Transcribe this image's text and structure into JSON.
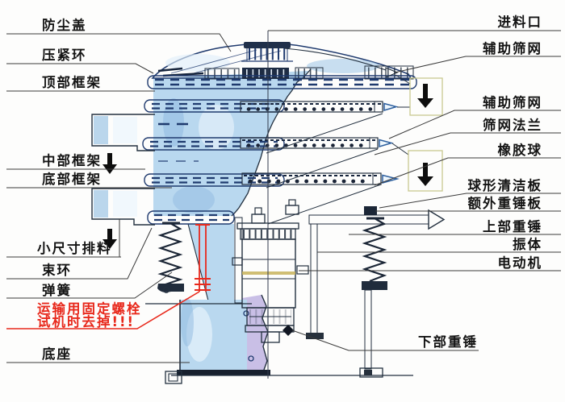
{
  "labels": {
    "left": [
      {
        "id": "dust-cover",
        "text": "防尘盖"
      },
      {
        "id": "press-ring",
        "text": "压紧环"
      },
      {
        "id": "top-frame",
        "text": "顶部框架"
      },
      {
        "id": "middle-frame",
        "text": "中部框架"
      },
      {
        "id": "bottom-frame",
        "text": "底部框架"
      },
      {
        "id": "small-size-discharge",
        "text": "小尺寸排料"
      },
      {
        "id": "bundle-ring",
        "text": "束环"
      },
      {
        "id": "spring",
        "text": "弹簧"
      },
      {
        "id": "base",
        "text": "底座"
      }
    ],
    "warning": {
      "line1": "运输用固定螺栓",
      "line2": "试机时去掉!!!",
      "color": "#e8291c"
    },
    "right": [
      {
        "id": "feed-inlet",
        "text": "进料口"
      },
      {
        "id": "aux-screen-1",
        "text": "辅助筛网"
      },
      {
        "id": "aux-screen-2",
        "text": "辅助筛网"
      },
      {
        "id": "screen-flange",
        "text": "筛网法兰"
      },
      {
        "id": "rubber-ball",
        "text": "橡胶球"
      },
      {
        "id": "ball-cleaning-plate",
        "text": "球形清洁板"
      },
      {
        "id": "extra-weight-plate",
        "text": "额外重锤板"
      },
      {
        "id": "upper-weight",
        "text": "上部重锤"
      },
      {
        "id": "vibrating-body",
        "text": "振体"
      },
      {
        "id": "motor",
        "text": "电动机"
      },
      {
        "id": "lower-weight",
        "text": "下部重锤"
      }
    ]
  },
  "icons": {
    "flow_down_arrow": "▼",
    "discharge_right_arrow": "▷"
  },
  "colors": {
    "body_blue": "#b9d8ef",
    "body_blue_light": "#e2f0fa",
    "body_blue_dark": "#94c0e4",
    "screen_strip": "#d6edf8",
    "lavender": "#c9bfe6",
    "ink": "#23303f",
    "navy": "#1f3a6e",
    "warning_red": "#e8291c",
    "arrow_blue": "#2d5f9e",
    "box_outline": "#c9c98f",
    "motor_band": "#c8b35a"
  }
}
